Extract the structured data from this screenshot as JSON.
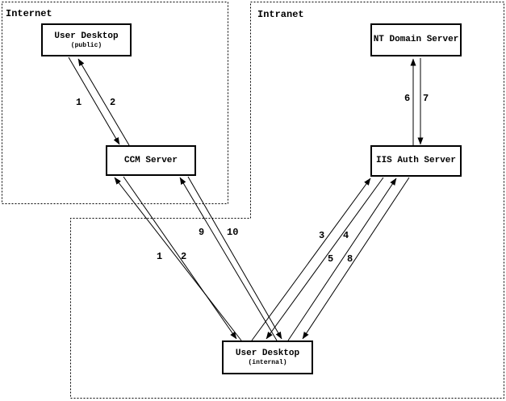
{
  "diagram": {
    "regions": {
      "internet": {
        "label": "Internet"
      },
      "intranet": {
        "label": "Intranet"
      }
    },
    "nodes": {
      "user_desktop_public": {
        "title": "User Desktop",
        "subtitle": "(public)"
      },
      "ccm_server": {
        "title": "CCM Server"
      },
      "nt_domain_server": {
        "title": "NT Domain Server"
      },
      "iis_auth_server": {
        "title": "IIS Auth Server"
      },
      "user_desktop_internal": {
        "title": "User Desktop",
        "subtitle": "(internal)"
      }
    },
    "edges": [
      {
        "label": "1",
        "from": "user_desktop_public",
        "to": "ccm_server"
      },
      {
        "label": "2",
        "from": "ccm_server",
        "to": "user_desktop_public"
      },
      {
        "label": "1",
        "from": "user_desktop_internal",
        "to": "ccm_server"
      },
      {
        "label": "2",
        "from": "ccm_server",
        "to": "user_desktop_internal"
      },
      {
        "label": "9",
        "from": "user_desktop_internal",
        "to": "ccm_server"
      },
      {
        "label": "10",
        "from": "ccm_server",
        "to": "user_desktop_internal"
      },
      {
        "label": "3",
        "from": "user_desktop_internal",
        "to": "iis_auth_server"
      },
      {
        "label": "4",
        "from": "iis_auth_server",
        "to": "user_desktop_internal"
      },
      {
        "label": "5",
        "from": "user_desktop_internal",
        "to": "iis_auth_server"
      },
      {
        "label": "8",
        "from": "iis_auth_server",
        "to": "user_desktop_internal"
      },
      {
        "label": "6",
        "from": "iis_auth_server",
        "to": "nt_domain_server"
      },
      {
        "label": "7",
        "from": "nt_domain_server",
        "to": "iis_auth_server"
      }
    ],
    "colors": {
      "ink": "#000000",
      "background": "#ffffff"
    }
  }
}
